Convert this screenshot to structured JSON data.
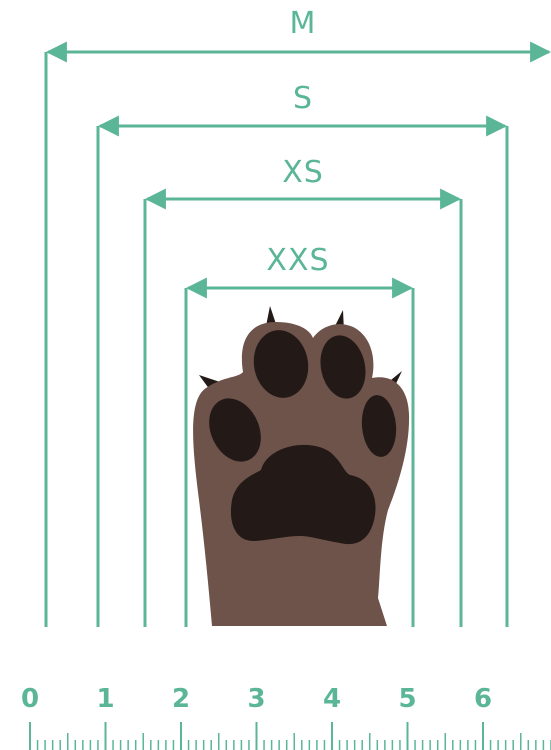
{
  "colors": {
    "accent": "#5bb597",
    "paw_fur": "#6e534b",
    "paw_pads": "#231a17",
    "background": "#ffffff"
  },
  "sizes": [
    {
      "label": "M"
    },
    {
      "label": "S"
    },
    {
      "label": "XS"
    },
    {
      "label": "XXS"
    }
  ],
  "ruler": {
    "numbers": [
      "0",
      "1",
      "2",
      "3",
      "4",
      "5",
      "6"
    ]
  },
  "illustration": "paw-icon"
}
